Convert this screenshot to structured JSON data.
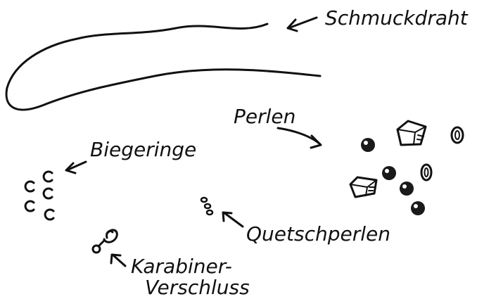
{
  "labels": {
    "wire": "Schmuckdraht",
    "beads": "Perlen",
    "jump_rings": "Biegeringe",
    "crimp_beads": "Quetschperlen",
    "clasp_line1": "Karabiner-",
    "clasp_line2": "Verschluss"
  },
  "colors": {
    "ink": "#111111",
    "background": "#ffffff"
  },
  "icons": [
    "wire-icon",
    "bead-icon",
    "jump-ring-icon",
    "crimp-bead-icon",
    "clasp-icon",
    "arrow-icon"
  ]
}
